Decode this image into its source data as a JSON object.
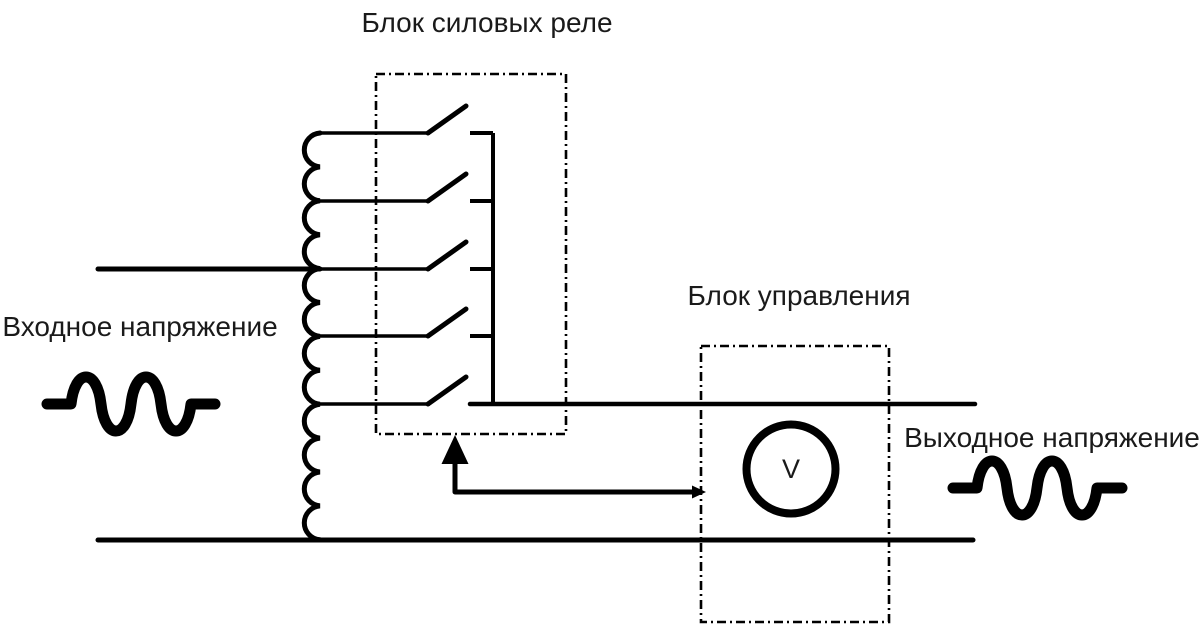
{
  "diagram": {
    "relay_block": {
      "title": "Блок силовых реле",
      "relay_count": 5
    },
    "control_block": {
      "title": "Блок управления",
      "voltmeter_letter": "V"
    },
    "input": {
      "label": "Входное напряжение",
      "waveform": "sine"
    },
    "output": {
      "label": "Выходное напряжение",
      "waveform": "sine"
    },
    "colors": {
      "line": "#000000",
      "text": "#1a1a1a",
      "background": "#ffffff"
    }
  }
}
